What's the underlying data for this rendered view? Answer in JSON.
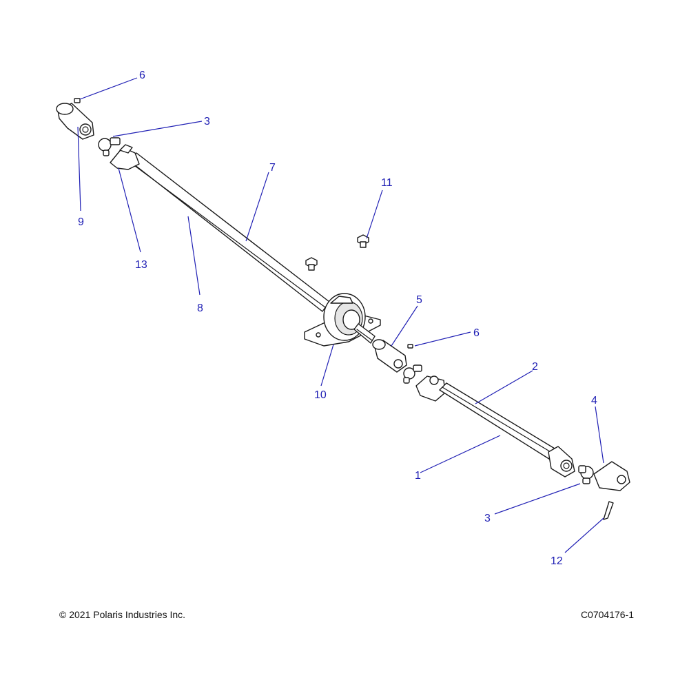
{
  "footer": {
    "copyright": "© 2021 Polaris Industries Inc.",
    "figure_code": "C0704176-1"
  },
  "callouts": {
    "c6_top": "6",
    "c3_top": "3",
    "c9": "9",
    "c13": "13",
    "c7": "7",
    "c8": "8",
    "c11": "11",
    "c5": "5",
    "c6_mid": "6",
    "c10": "10",
    "c2": "2",
    "c4": "4",
    "c1": "1",
    "c3_bottom": "3",
    "c12": "12"
  },
  "colors": {
    "callout": "#1f1fb4",
    "line": "#1a1a1a"
  }
}
